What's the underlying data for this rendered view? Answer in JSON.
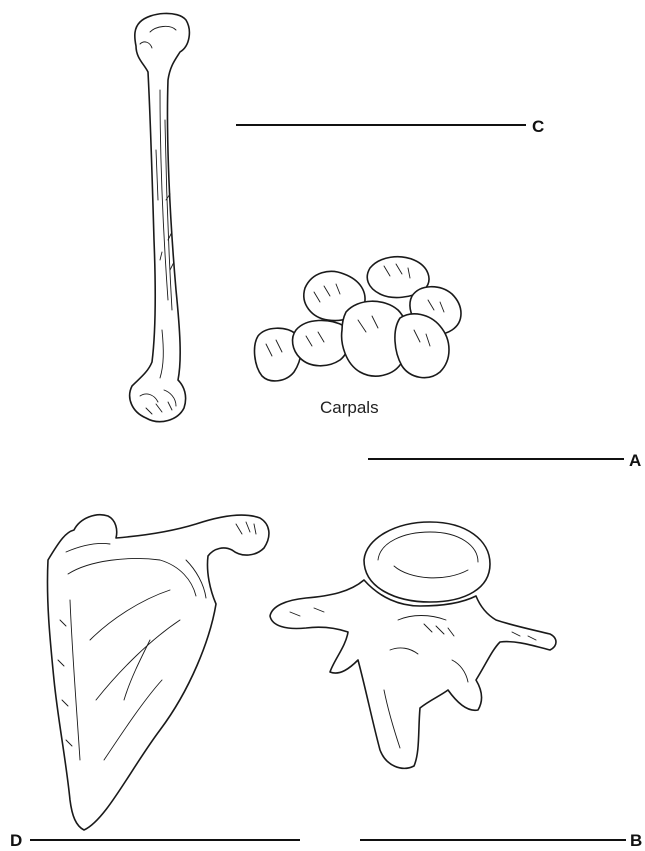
{
  "labels": {
    "a": "A",
    "b": "B",
    "c": "C",
    "d": "D"
  },
  "captions": {
    "carpals": "Carpals"
  }
}
